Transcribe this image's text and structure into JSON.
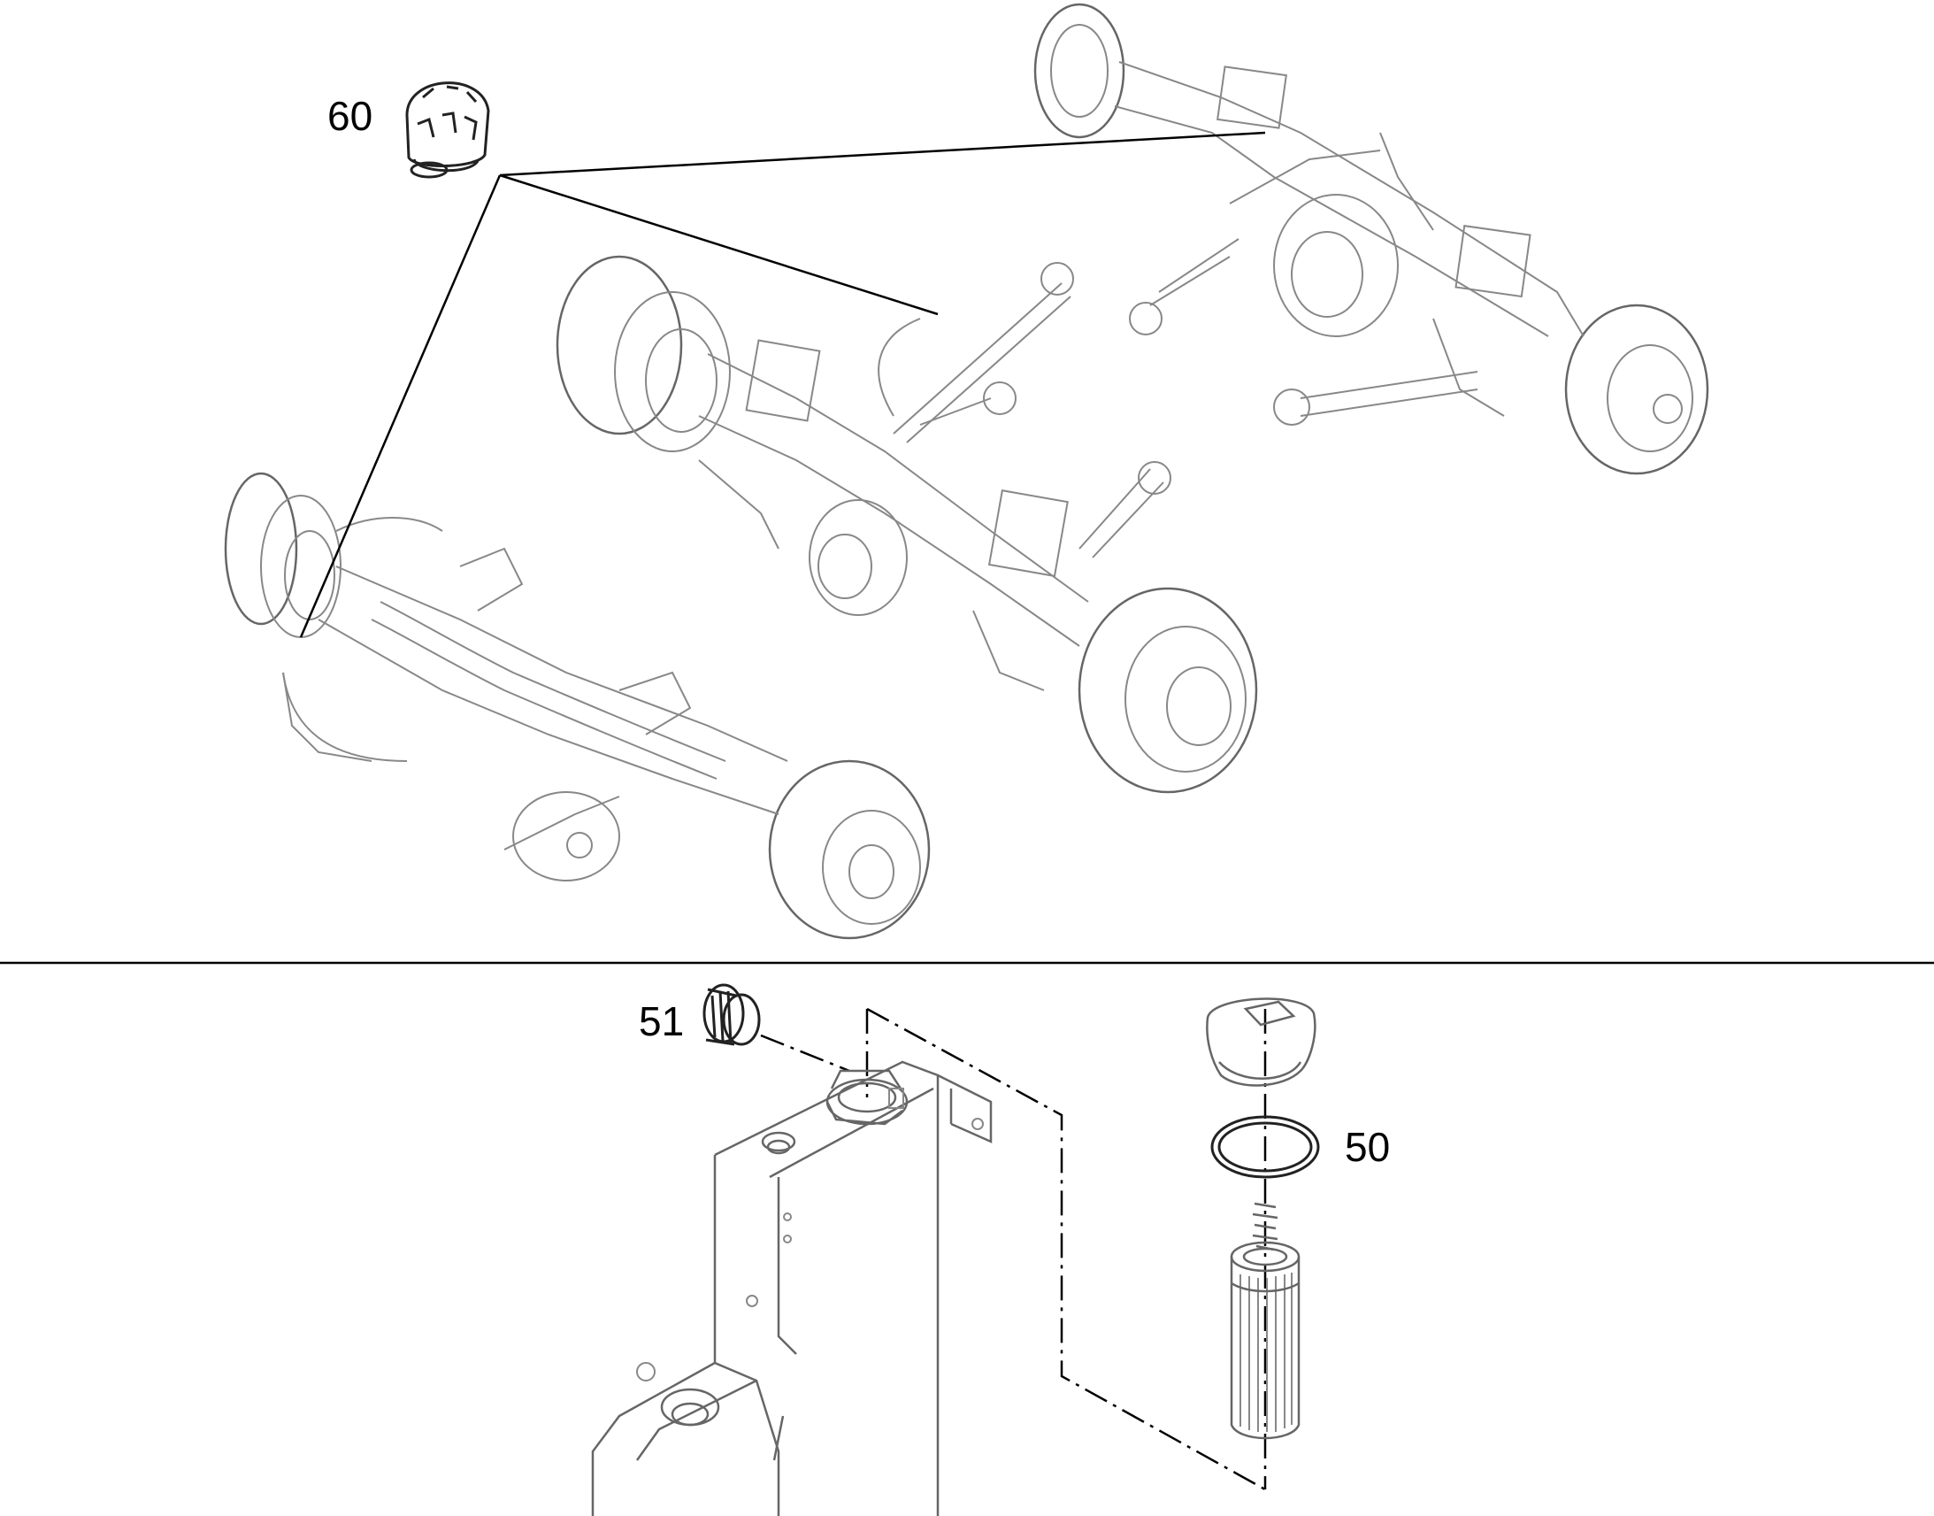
{
  "callouts": [
    {
      "id": "part-60",
      "label": "60"
    },
    {
      "id": "part-51",
      "label": "51"
    },
    {
      "id": "part-50",
      "label": "50"
    }
  ],
  "colors": {
    "line": "#000000",
    "drawing": "#888888",
    "background": "#ffffff"
  }
}
